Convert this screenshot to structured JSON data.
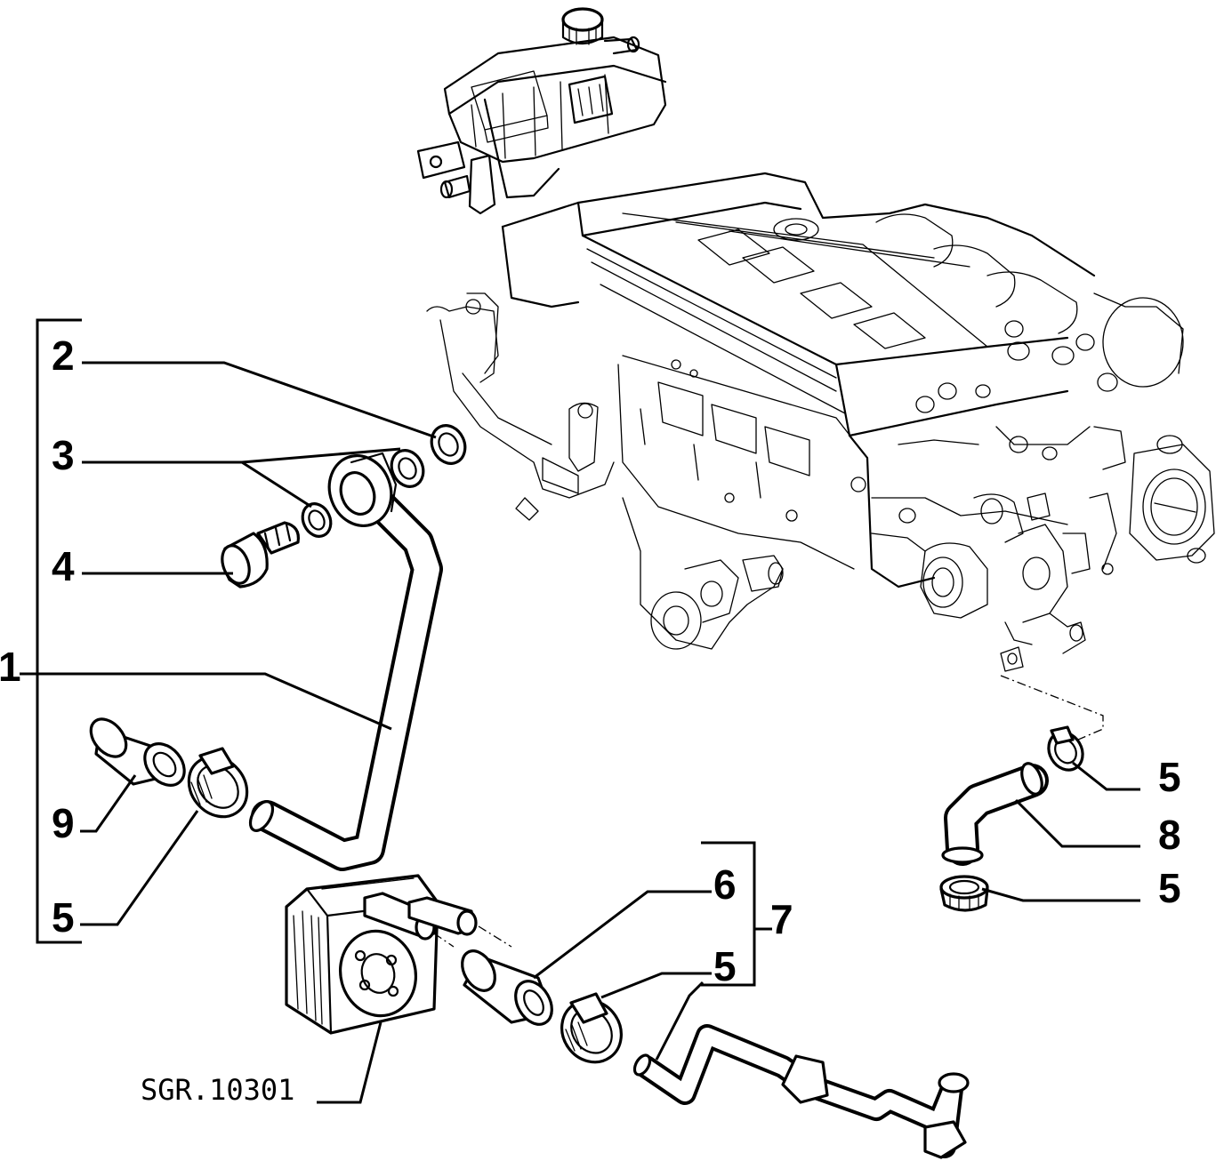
{
  "diagram": {
    "reference_code": "SGR.10301",
    "callouts": {
      "c1": "1",
      "c2": "2",
      "c3": "3",
      "c4": "4",
      "c5a": "5",
      "c5b": "5",
      "c5c": "5",
      "c5d": "5",
      "c6": "6",
      "c7": "7",
      "c8": "8",
      "c9": "9"
    }
  }
}
